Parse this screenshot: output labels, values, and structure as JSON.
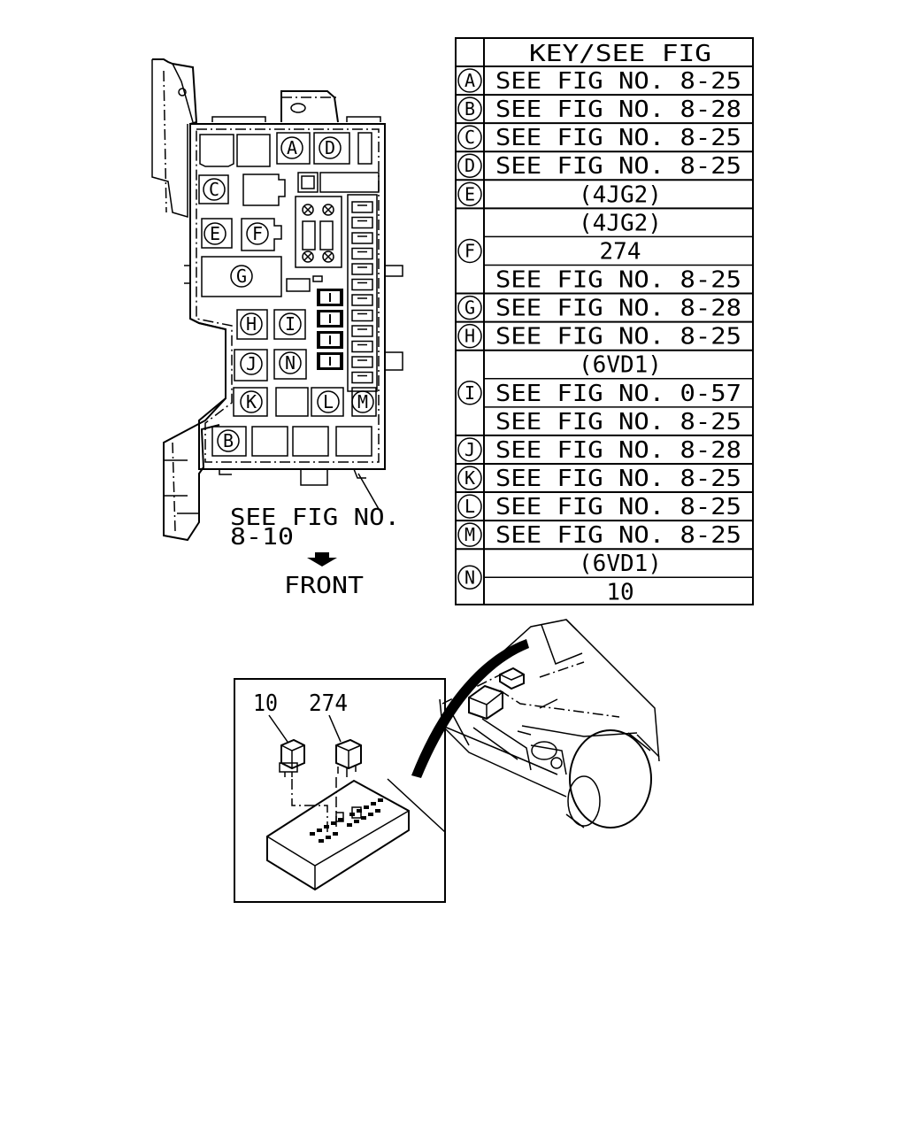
{
  "key_table": {
    "header": "KEY/SEE FIG",
    "rows": [
      {
        "key": "A",
        "values": [
          "SEE FIG NO. 8-25"
        ]
      },
      {
        "key": "B",
        "values": [
          "SEE FIG NO. 8-28"
        ]
      },
      {
        "key": "C",
        "values": [
          "SEE FIG NO. 8-25"
        ]
      },
      {
        "key": "D",
        "values": [
          "SEE FIG NO. 8-25"
        ]
      },
      {
        "key": "E",
        "values": [
          "(4JG2)"
        ]
      },
      {
        "key": "F",
        "values": [
          "(4JG2)",
          "274",
          "SEE FIG NO. 8-25"
        ]
      },
      {
        "key": "G",
        "values": [
          "SEE FIG NO. 8-28"
        ]
      },
      {
        "key": "H",
        "values": [
          "SEE FIG NO. 8-25"
        ]
      },
      {
        "key": "I",
        "values": [
          "(6VD1)",
          "SEE FIG NO. 0-57",
          "SEE FIG NO. 8-25"
        ]
      },
      {
        "key": "J",
        "values": [
          "SEE FIG NO. 8-28"
        ]
      },
      {
        "key": "K",
        "values": [
          "SEE FIG NO. 8-25"
        ]
      },
      {
        "key": "L",
        "values": [
          "SEE FIG NO. 8-25"
        ]
      },
      {
        "key": "M",
        "values": [
          "SEE FIG NO. 8-25"
        ]
      },
      {
        "key": "N",
        "values": [
          "(6VD1)",
          "10"
        ]
      }
    ]
  },
  "fuse_box": {
    "slot_labels": [
      "A",
      "D",
      "C",
      "E",
      "F",
      "G",
      "H",
      "I",
      "J",
      "N",
      "K",
      "L",
      "M",
      "B"
    ],
    "ref_line1": "SEE FIG NO.",
    "ref_line2": "8-10",
    "front_label": "FRONT"
  },
  "detail": {
    "relay_left": "10",
    "relay_right": "274"
  }
}
